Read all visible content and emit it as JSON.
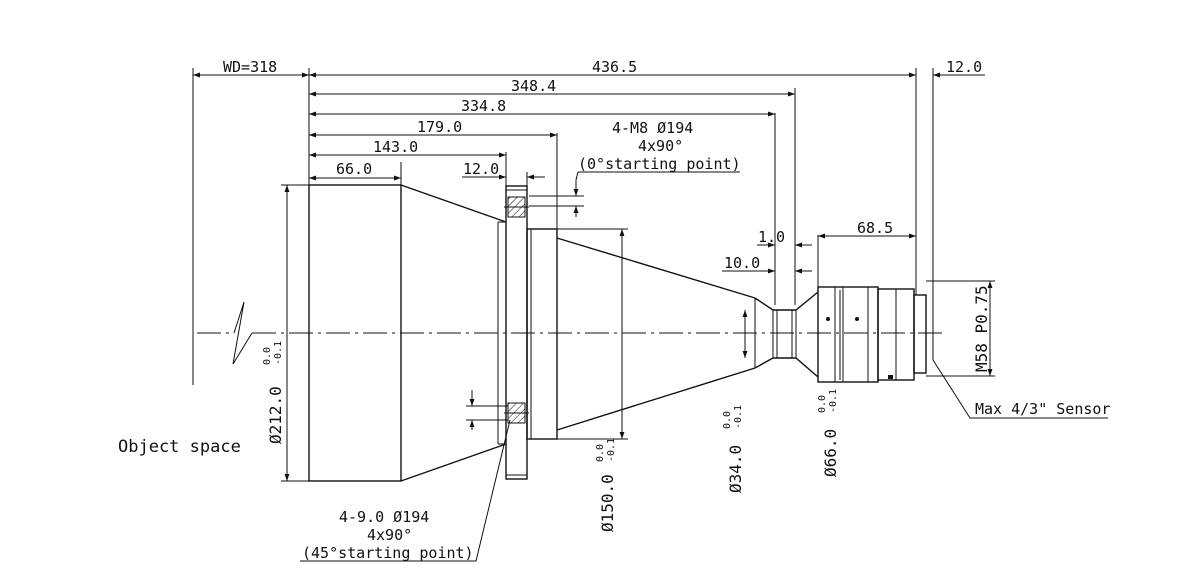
{
  "dimensions": {
    "wd": "WD=318",
    "total_length": "436.5",
    "d_348": "348.4",
    "d_334": "334.8",
    "d_179": "179.0",
    "d_143": "143.0",
    "d_66": "66.0",
    "d_12_flange": "12.0",
    "d_12_back": "12.0",
    "d_68": "68.5",
    "d_1": "1.0",
    "d_10": "10.0"
  },
  "diameters": {
    "front": "Ø212.0",
    "flange_body": "Ø150.0",
    "waist": "Ø34.0",
    "rear": "Ø66.0",
    "thread": "M58 P0.75"
  },
  "tolerances": {
    "upper": "0.0",
    "lower": "-0.1"
  },
  "notes": {
    "top_note_line1": "4-M8 Ø194",
    "top_note_line2": "4x90°",
    "top_note_line3": "(0°starting point)",
    "bottom_note_line1": "4-9.0 Ø194",
    "bottom_note_line2": "4x90°",
    "bottom_note_line3": "(45°starting point)"
  },
  "labels": {
    "object_space": "Object space",
    "sensor": "Max 4/3\" Sensor"
  }
}
